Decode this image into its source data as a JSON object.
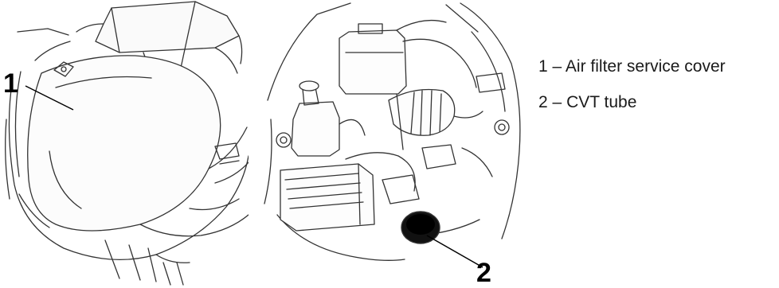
{
  "callouts": {
    "one": "1",
    "two": "2"
  },
  "legend": [
    {
      "number": "1",
      "dash": "–",
      "text": "Air filter service cover"
    },
    {
      "number": "2",
      "dash": "–",
      "text": "CVT tube"
    }
  ]
}
